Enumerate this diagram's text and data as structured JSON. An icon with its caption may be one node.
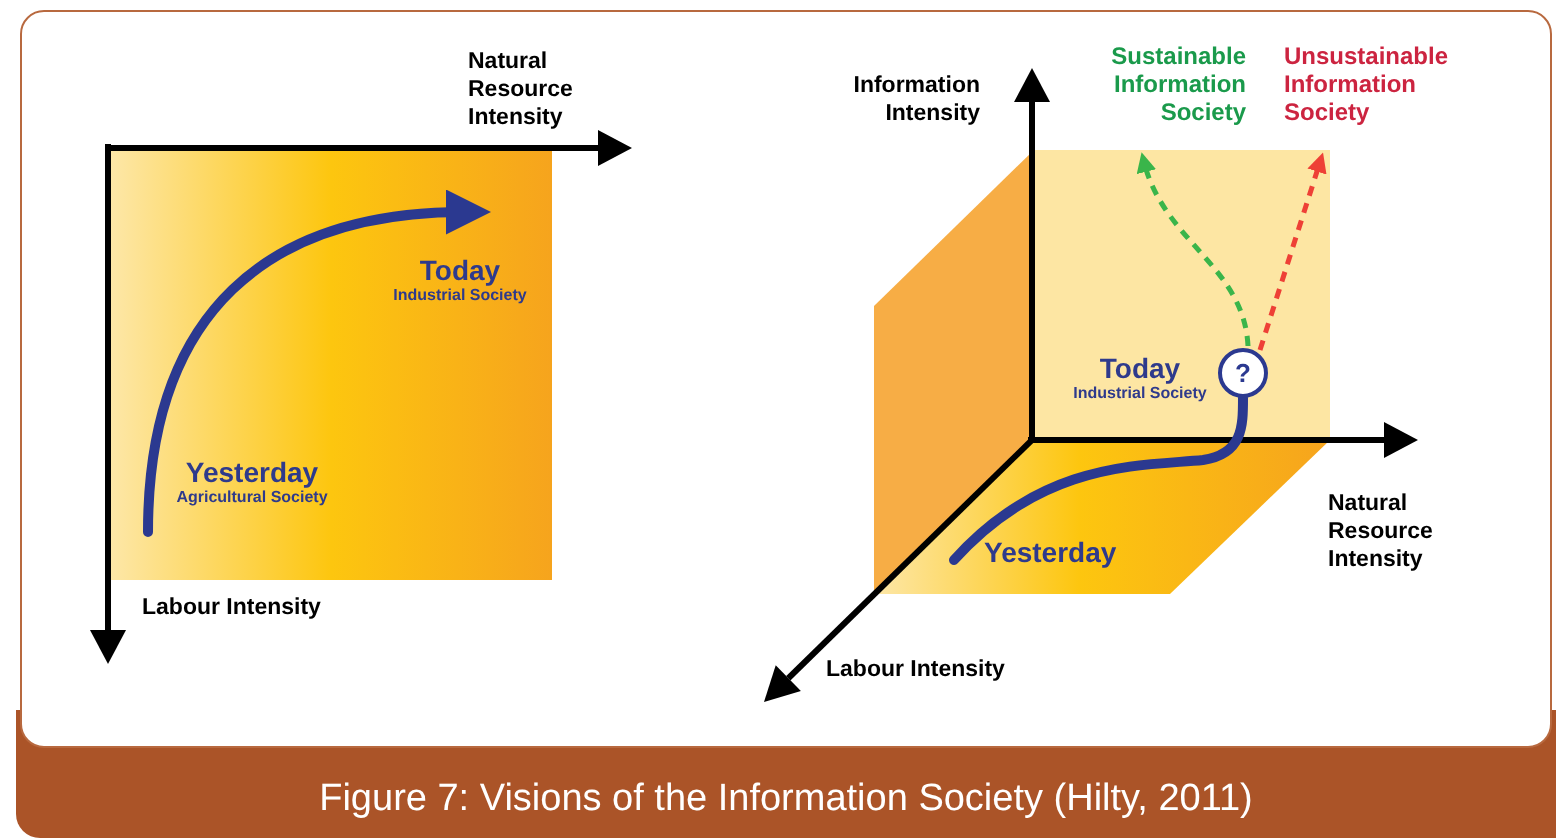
{
  "diagram": {
    "caption": "Figure 7: Visions of the Information Society (Hilty, 2011)",
    "nodes": [
      {
        "text": [
          "Yesterday",
          "Agricultural Society"
        ]
      },
      {
        "text": [
          "Today",
          "Industrial Society"
        ]
      },
      {
        "text": [
          "Today",
          "Industrial Society"
        ]
      },
      {
        "text": [
          "?"
        ]
      },
      {
        "text": [
          "Yesterday"
        ]
      },
      {
        "text": [
          "Sustainable Information Society"
        ]
      },
      {
        "text": [
          "Unsustainable Information Society"
        ]
      }
    ],
    "edges": [
      {
        "from": 0,
        "to": 1,
        "arrow": "to",
        "style": "thick"
      },
      {
        "from": 4,
        "to": 3,
        "arrow": "none",
        "style": "thick"
      },
      {
        "from": 3,
        "to": 5,
        "arrow": "to",
        "style": "dashed",
        "color": "#3ab54a"
      },
      {
        "from": 3,
        "to": 6,
        "arrow": "to",
        "style": "dashed",
        "color": "#ee4036"
      }
    ],
    "labels": [
      "Natural Resource Intensity",
      "Labour Intensity",
      "Information Intensity",
      "Natural Resource Intensity",
      "Labour Intensity"
    ]
  }
}
